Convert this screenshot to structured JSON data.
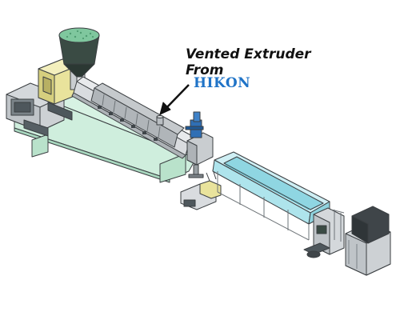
{
  "callout": {
    "line1": "Vented Extruder",
    "line2": "From",
    "brand": "HIKON"
  },
  "colors": {
    "brand": "#1f73c7",
    "base_plate": "#cfeedd",
    "hopper_dark": "#3a4b44",
    "hopper_granules": "#7fc79e",
    "motor": "#e9e39c",
    "barrel": "#d9dcdf",
    "water_tank": "#aee4ec",
    "steel": "#b9bec2",
    "blue_part": "#2f6fb5",
    "outline": "#3b3f42"
  },
  "diagram": {
    "kind": "production line illustration",
    "components": [
      "hopper",
      "drive motor",
      "vented extruder barrel",
      "die head",
      "cooling water tank",
      "haul-off unit",
      "cutter cabinet"
    ]
  }
}
